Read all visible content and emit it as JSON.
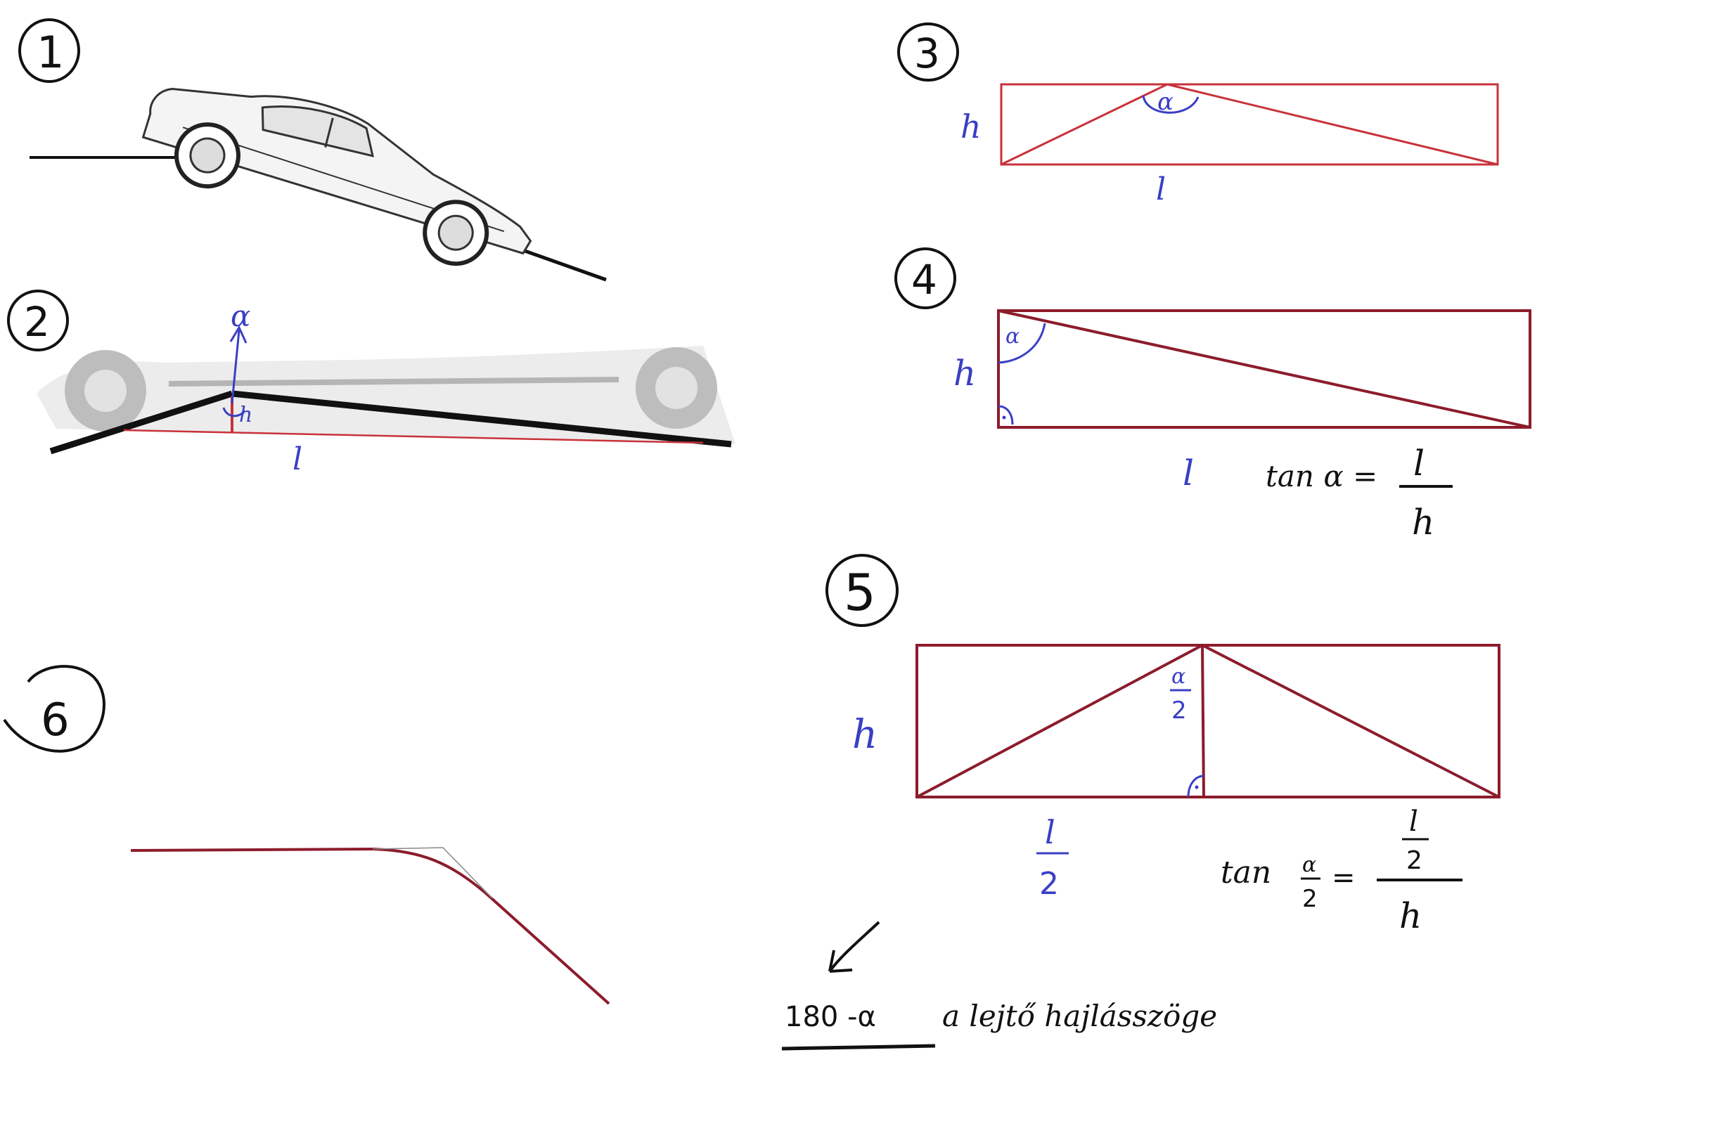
{
  "colors": {
    "red": "#c8323a",
    "maroon": "#8c1c2c",
    "blue": "#3a3fc4",
    "black": "#111111"
  },
  "steps": [
    "1",
    "2",
    "3",
    "4",
    "5",
    "6"
  ],
  "labels": {
    "l": "l",
    "h": "h",
    "alpha": "α",
    "alpha_half_num": "α",
    "alpha_half_den": "2",
    "l_half_num": "l",
    "l_half_den": "2"
  },
  "formulas": {
    "f4_lhs": "tan α =",
    "f4_num": "l",
    "f4_den": "h",
    "f5_lhs": "tan",
    "f5_alpha_num": "α",
    "f5_alpha_den": "2",
    "f5_eq": "=",
    "f5_num_l": "l",
    "f5_num_2": "2",
    "f5_den": "h"
  },
  "conclusion": {
    "value": "180 -α",
    "text": "a lejtő hajlásszöge"
  },
  "icons": {
    "car": "car-icon",
    "arrow": "arrow-down-left-icon",
    "right_angle": "right-angle-icon"
  }
}
